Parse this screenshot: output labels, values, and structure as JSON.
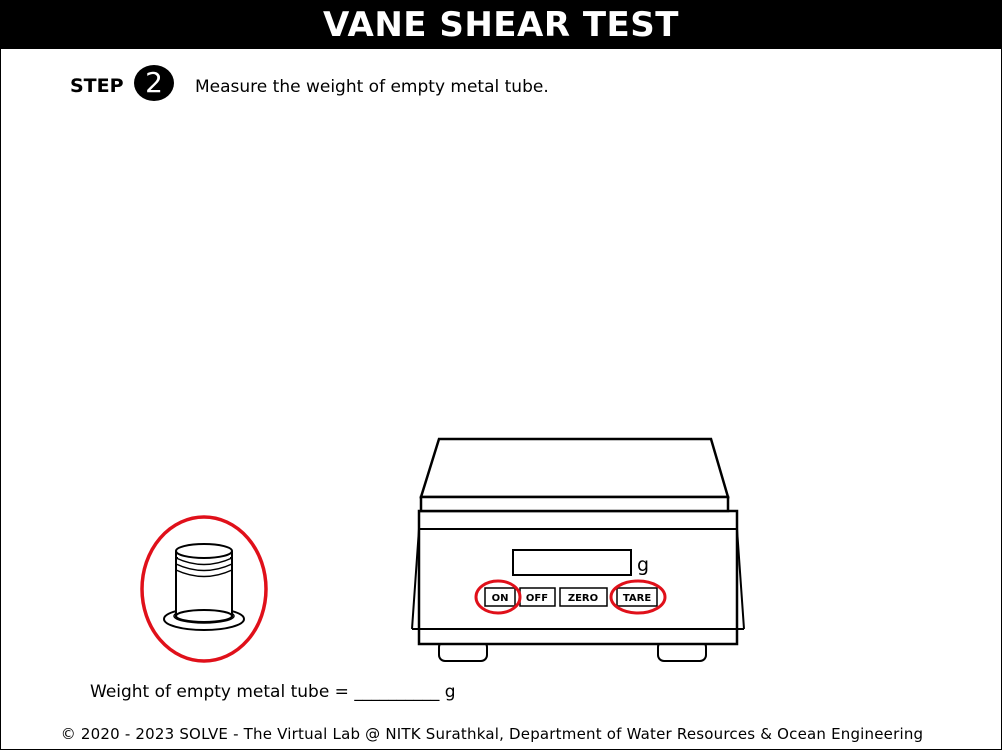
{
  "header": {
    "title": "VANE SHEAR TEST"
  },
  "step": {
    "label": "STEP",
    "number": "2",
    "instruction": "Measure the weight of empty metal tube."
  },
  "scale": {
    "display_value": "",
    "unit": "g",
    "buttons": {
      "on": "ON",
      "off": "OFF",
      "zero": "ZERO",
      "tare": "TARE"
    },
    "highlighted_buttons": [
      "ON",
      "TARE"
    ]
  },
  "tube": {
    "highlighted": true
  },
  "result": {
    "label": "Weight of empty metal tube = __________ g"
  },
  "footer": {
    "text": "© 2020 - 2023 SOLVE - The Virtual Lab @ NITK Surathkal, Department of Water Resources & Ocean Engineering"
  },
  "colors": {
    "title_bg": "#000000",
    "title_text": "#ffffff",
    "highlight": "#e0101a",
    "background": "#ffffff"
  }
}
